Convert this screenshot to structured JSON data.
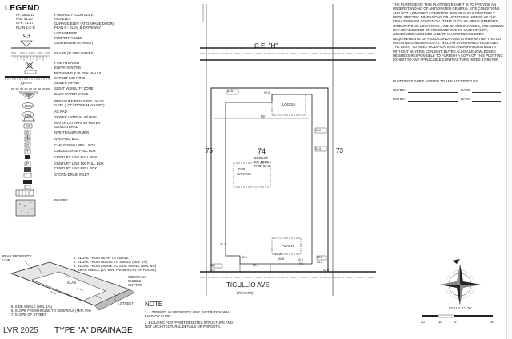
{
  "legend": {
    "title": "LEGEND",
    "sample": {
      "ff": "FF: 2642.10",
      "pad": "PAD 41.20",
      "gff": "GFF: 41.57",
      "plan": "PLAN 1-C-R"
    },
    "lot_no": "93",
    "items": [
      "FINISHED FLOOR ELEV.",
      "PAD ELEV.",
      "GARAGE ELEV. (AT GARAGE DOOR)",
      "PLAN # - ELEV. & DRIVEWAY",
      "LOT NUMBER",
      "PROPERTY LINE",
      "CENTERLINE (STREET)",
      "SCARP (SLOPE VARIES)",
      "FIRE HYDRANT",
      "ELEVATION TAG",
      "RETAINING & BLOCK WALLS",
      "STREET LIGHTING",
      "SEWER PIPING",
      "SIGHT VISIBILITY ZONE",
      "BACK WATER VALVE",
      "PRESSURE REDUCING VALVE",
      "GATE (LOCATIONS MAY VARY)",
      "AC PAD",
      "SEWER LATERAL W/ WYE",
      "WATER LATERAL W/ METER",
      "GAS LATERAL",
      "NVE TRANSFORMER",
      "NVE PULL BOX",
      "CABLE SMALL PULL BOX",
      "CABLE LARGE PULL BOX",
      "CENTURY LINK PULL BOX",
      "CENTURY LINK 100 PULL BOX",
      "CENTURY LINK BELL BOX",
      "STORM DRAIN INLET",
      "PAVERS"
    ],
    "symbols": {
      "bwv": "BWV",
      "prv": "PRV",
      "ac": "AC",
      "s": "S",
      "w": "W",
      "g": "G",
      "t": "T",
      "p": "P"
    }
  },
  "drainage": {
    "rear_label": "REAR PROPERTY LINE",
    "notes": [
      "1. SLOPE FROM REAR TO SWALE",
      "2. SLOPE FROM HOUSE TO SWALE (MIN. 5%)",
      "3. SLOPE FROM SWALE TO SIDE SWALE (MIN. 5%)",
      "4. REAR SWALE (1/2 MIN. FROM REAR OF HOUSE)"
    ],
    "slab": "SLAB",
    "sidewalk": "SIDEWALK, CURB & GUTTER",
    "street": "STREET",
    "side_notes": [
      "5. SIDE SWALE (MIN. 1%)",
      "6. SLOPE FROM HOUSE TO SIDEWALK (MIN. 5%)",
      "7. SLOPE OF STREET"
    ],
    "footer_code": "LVR 2025",
    "footer_title": "TYPE \"A\" DRAINAGE"
  },
  "note": {
    "title": "NOTE",
    "items": [
      "1.  = DEFINED AS PROPERTY LINE, NOT BLOCK WALL FACE OR CURB.",
      "2. BUILDING FOOTPRINT DENOTES STRUCTURE AND NOT ARCHITECTURAL DETAILS OR POPOUTS."
    ]
  },
  "site": {
    "ce": "C.E. \"H\"",
    "lot": "74",
    "lot_sub": [
      "5040±SF",
      "FF: 1503.2",
      "PAD: 02.0"
    ],
    "dim_left": "75",
    "dim_right": "73",
    "dim_top": "56'",
    "loggia": "LOGGIA",
    "pad": "PAD",
    "garage": "GARAGE",
    "porch": "PORCH",
    "street": "TIGULLIO AVE",
    "street_sub": "(PRIVATE)",
    "elev_tags": [
      "02.6",
      "02.5",
      "03.6",
      "02.5",
      "03.5",
      "02.2",
      "02.2",
      "03.28",
      "02.8",
      "02.9",
      "FG",
      "02.7",
      "03.2",
      "02.4",
      "02.6",
      "02.5"
    ]
  },
  "disclaimer": {
    "text": "THE PURPOSE OF THIS PLOTTING EXHIBIT IS TO PROVIDE AN UNDERSTANDING OF ANTICIPATED GENERAL SITE CONDITIONS AND NOT A FINISHED CONDITION. BUYER SHOULD NOT RELY UPON SPECIFIC DIMENSIONS OR NOTATIONS HEREIN AS THE FINAL FINISHED CONDITION. ITEMS SUCH AS MEASUREMENTS, ORIENTATIONS, LOCATIONS, AND GRADE CHANGES, ETC. SHOWN MAY BE ADJUSTED OR REMOVED DUE TO MUNICIPALITY, GOVERNING AGENCIES AND/OR MASTER DEVELOPER REQUIREMENTS OR FIELD CONDITIONS EITHER WITHIN THIS LOT OR ON NEIGHBORING LOTS. WILLIAM LYON HOMES RESERVES THE RIGHT TO MAKE MODIFICATIONS AND/OR ADJUSTMENTS WITHOUT BUYER'S CONSENT. BUYER ALSO ACKNOWLEDGES HE/SHE IS RESPONSIBLE TO FURNISH A COPY OF THIS PLOTTING EXHIBIT TO ANY APPLICABLE CONTRACTORS HIRED BY BUYER.",
    "agreed": "PLOTTING EXHIBIT AGREED TO AND ACCEPTED BY:",
    "buyer": "BUYER:",
    "date": "DATE:"
  },
  "scale": {
    "label": "SCALE: 1\"=20'",
    "ticks": [
      "20",
      "10",
      "0",
      "20"
    ]
  }
}
